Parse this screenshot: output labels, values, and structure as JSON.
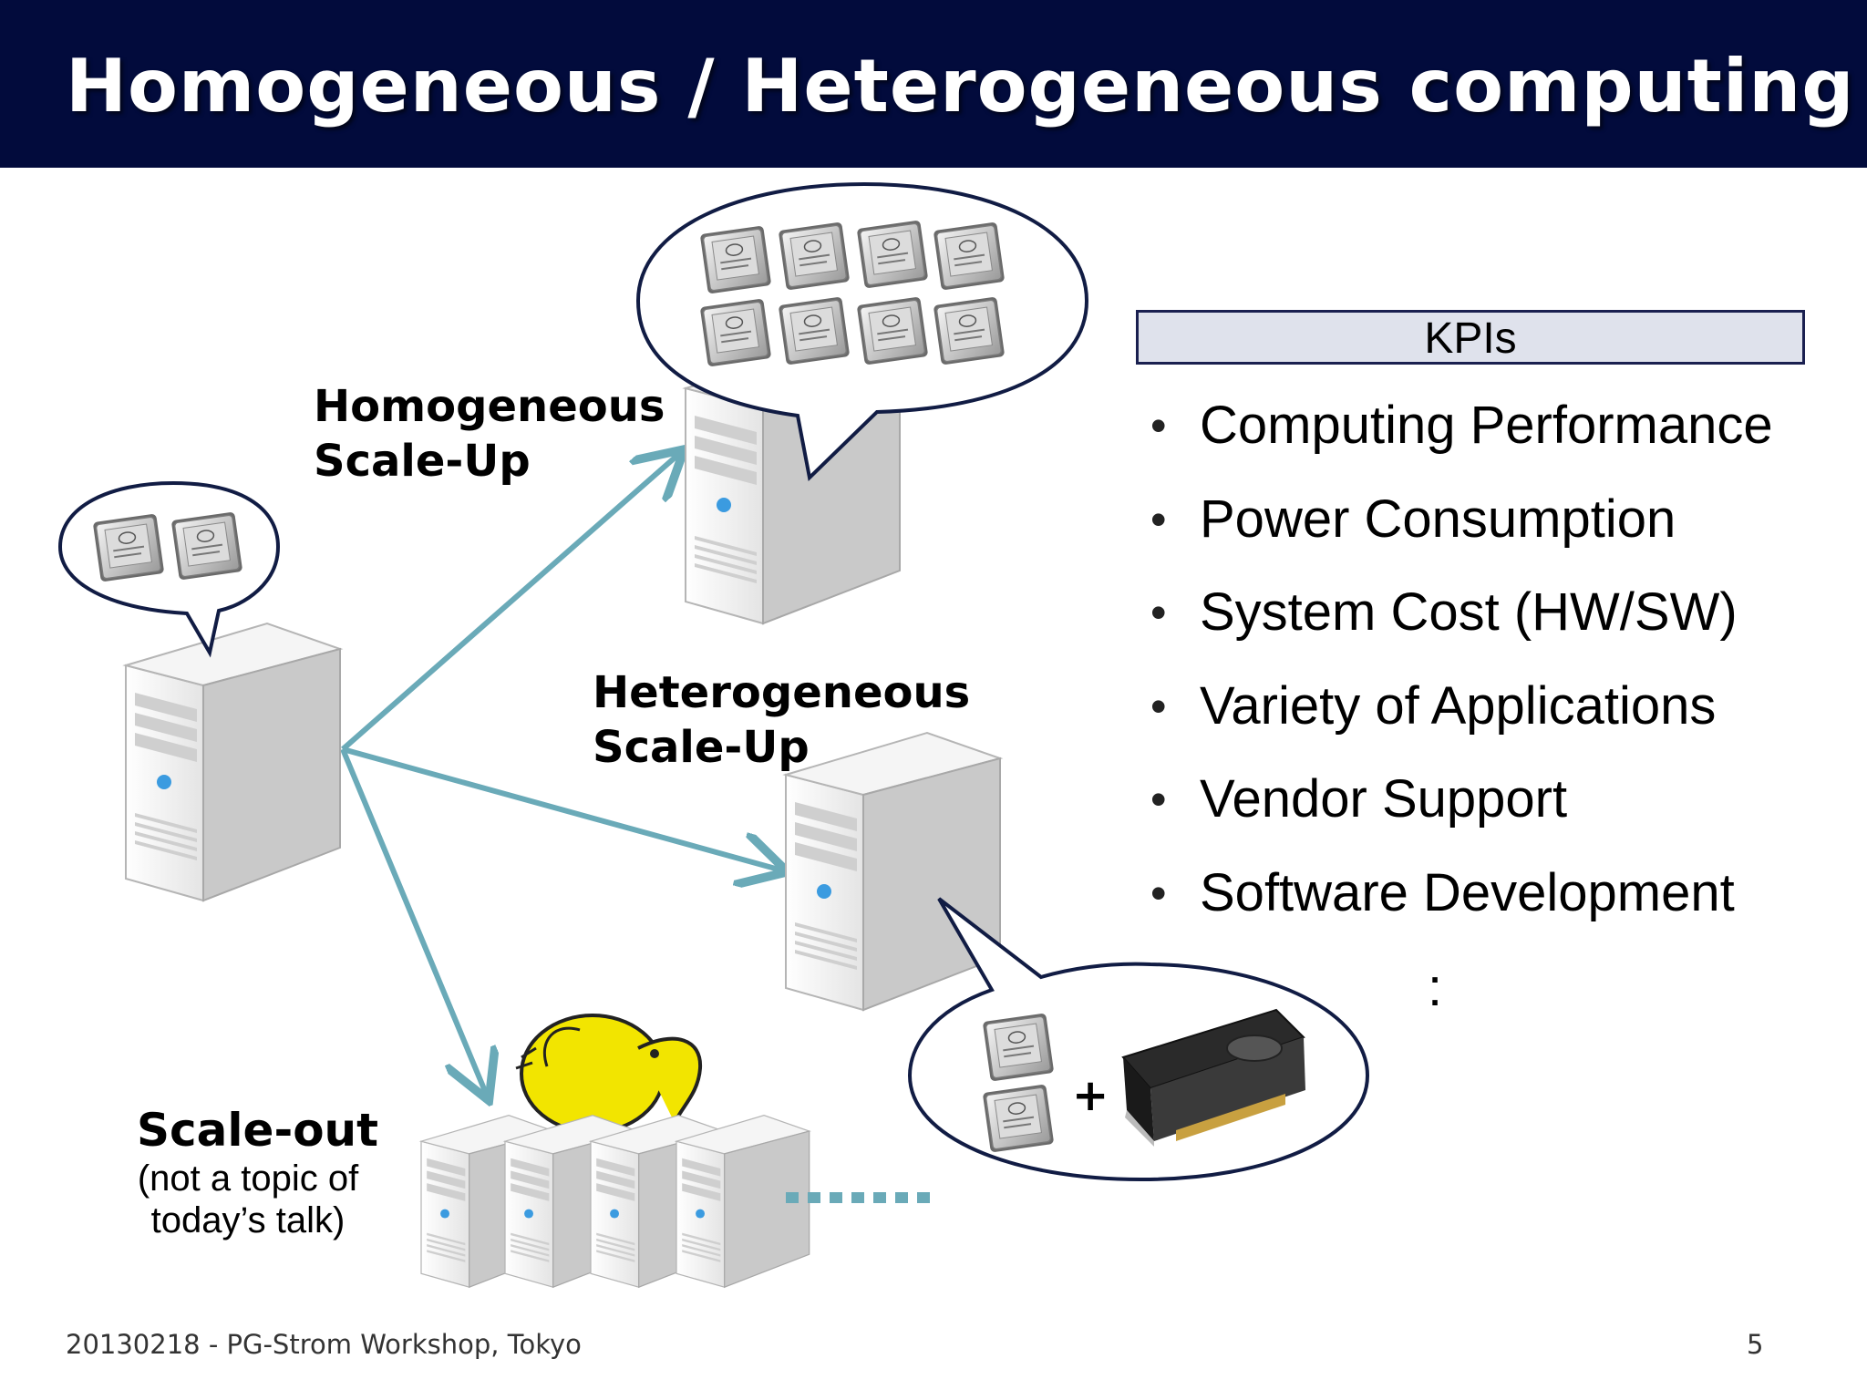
{
  "slide": {
    "title": "Homogeneous / Heterogeneous computing",
    "footer": "20130218 - PG-Strom Workshop, Tokyo",
    "page_number": "5"
  },
  "diagram": {
    "homogeneous_label": [
      "Homogeneous",
      "Scale-Up"
    ],
    "heterogeneous_label": [
      "Heterogeneous",
      "Scale-Up"
    ],
    "scaleout_label": "Scale-out",
    "scaleout_note": [
      "(not a topic of",
      "today’s talk)"
    ],
    "plus_sign": "+"
  },
  "kpis": {
    "header": "KPIs",
    "items": [
      "Computing Performance",
      "Power Consumption",
      "System Cost (HW/SW)",
      "Variety of Applications",
      "Vendor Support",
      "Software Development"
    ],
    "continuation": ":"
  },
  "colors": {
    "header_bg": "#020b3c",
    "arrow": "#6aaab8",
    "kpi_header_bg": "#dfe2ec"
  }
}
